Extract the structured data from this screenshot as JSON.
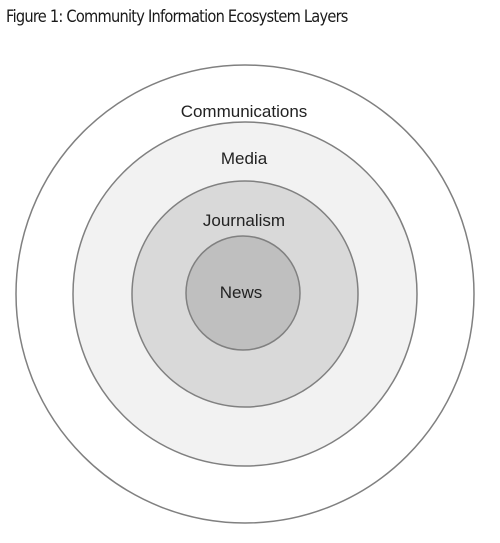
{
  "figure": {
    "title": "Figure 1: Community Information Ecosystem Layers"
  },
  "layers": [
    {
      "label": "Communications",
      "fill": "#ffffff"
    },
    {
      "label": "Media",
      "fill": "#f2f2f2"
    },
    {
      "label": "Journalism",
      "fill": "#d9d9d9"
    },
    {
      "label": "News",
      "fill": "#bfbfbf"
    }
  ],
  "colors": {
    "stroke": "#808080"
  }
}
